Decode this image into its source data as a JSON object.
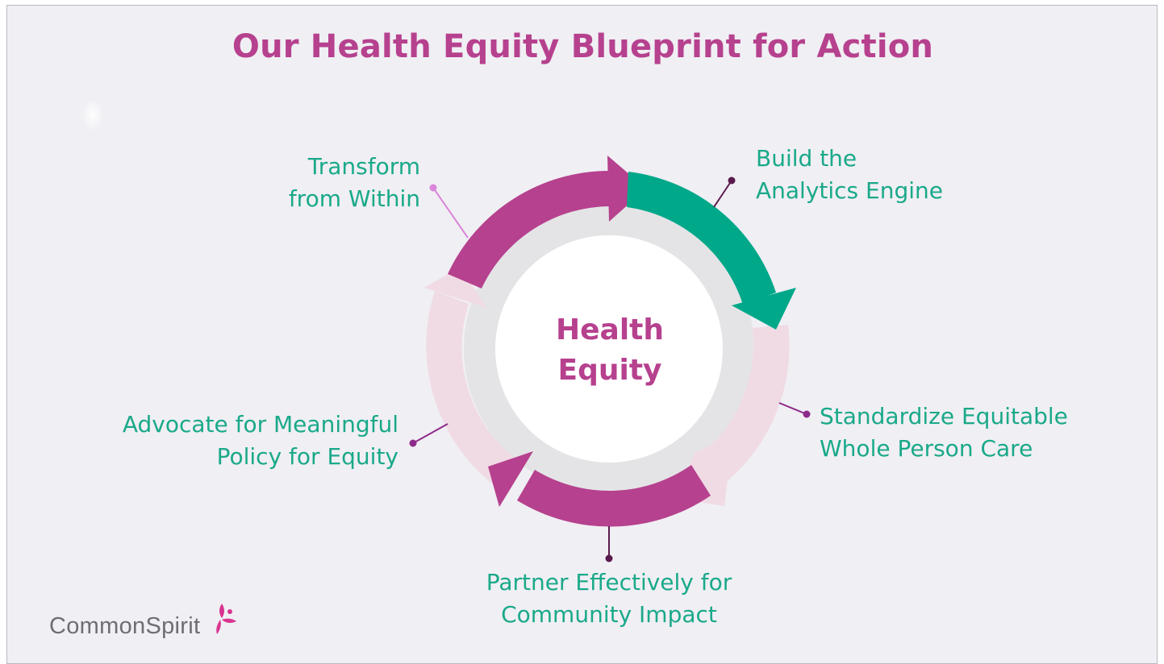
{
  "title": "Our Health Equity Blueprint for Action",
  "center": {
    "line1": "Health",
    "line2": "Equity"
  },
  "items": [
    {
      "line1": "Transform",
      "line2": "from Within"
    },
    {
      "line1": "Build the",
      "line2": "Analytics Engine"
    },
    {
      "line1": "Standardize Equitable",
      "line2": "Whole Person Care"
    },
    {
      "line1": "Partner Effectively for",
      "line2": "Community Impact"
    },
    {
      "line1": "Advocate for Meaningful",
      "line2": "Policy for Equity"
    }
  ],
  "logo": {
    "text": "CommonSpirit"
  },
  "colors": {
    "title": "#b6418e",
    "label": "#1aa989",
    "magenta_arrow": "#b6418e",
    "teal_arrow": "#00a88a",
    "pale_arrow": "#f0dbe5",
    "background": "#f0eff4"
  }
}
